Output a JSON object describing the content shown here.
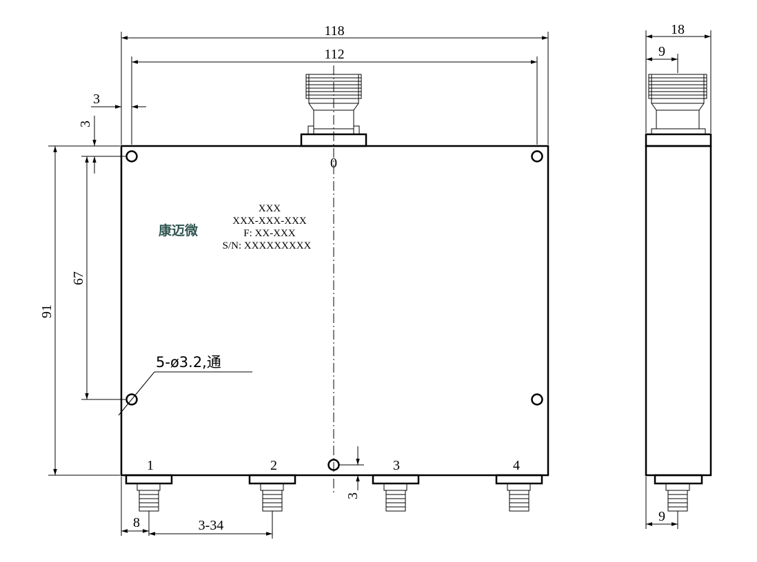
{
  "dimensions": {
    "overall_width": "118",
    "hole_spacing_width": "112",
    "hole_offset_x": "3",
    "hole_offset_y": "3",
    "overall_height": "91",
    "hole_spacing_height": "67",
    "side_depth": "18",
    "side_connector_offset": "9",
    "side_bottom_offset": "9",
    "port1_offset": "8",
    "port_pitch": "3-34",
    "port_height_offset": "3"
  },
  "ports": {
    "input": "0",
    "out1": "1",
    "out2": "2",
    "out3": "3",
    "out4": "4"
  },
  "label": {
    "brand": "康迈微",
    "line1": "XXX",
    "line2": "XXX-XXX-XXX",
    "line3": "F: XX-XXX",
    "line4": "S/N: XXXXXXXXX"
  },
  "hole_note": "5-ø3.2,通",
  "colors": {
    "line": "#000000",
    "logo": "#2f5550",
    "background": "#ffffff"
  }
}
